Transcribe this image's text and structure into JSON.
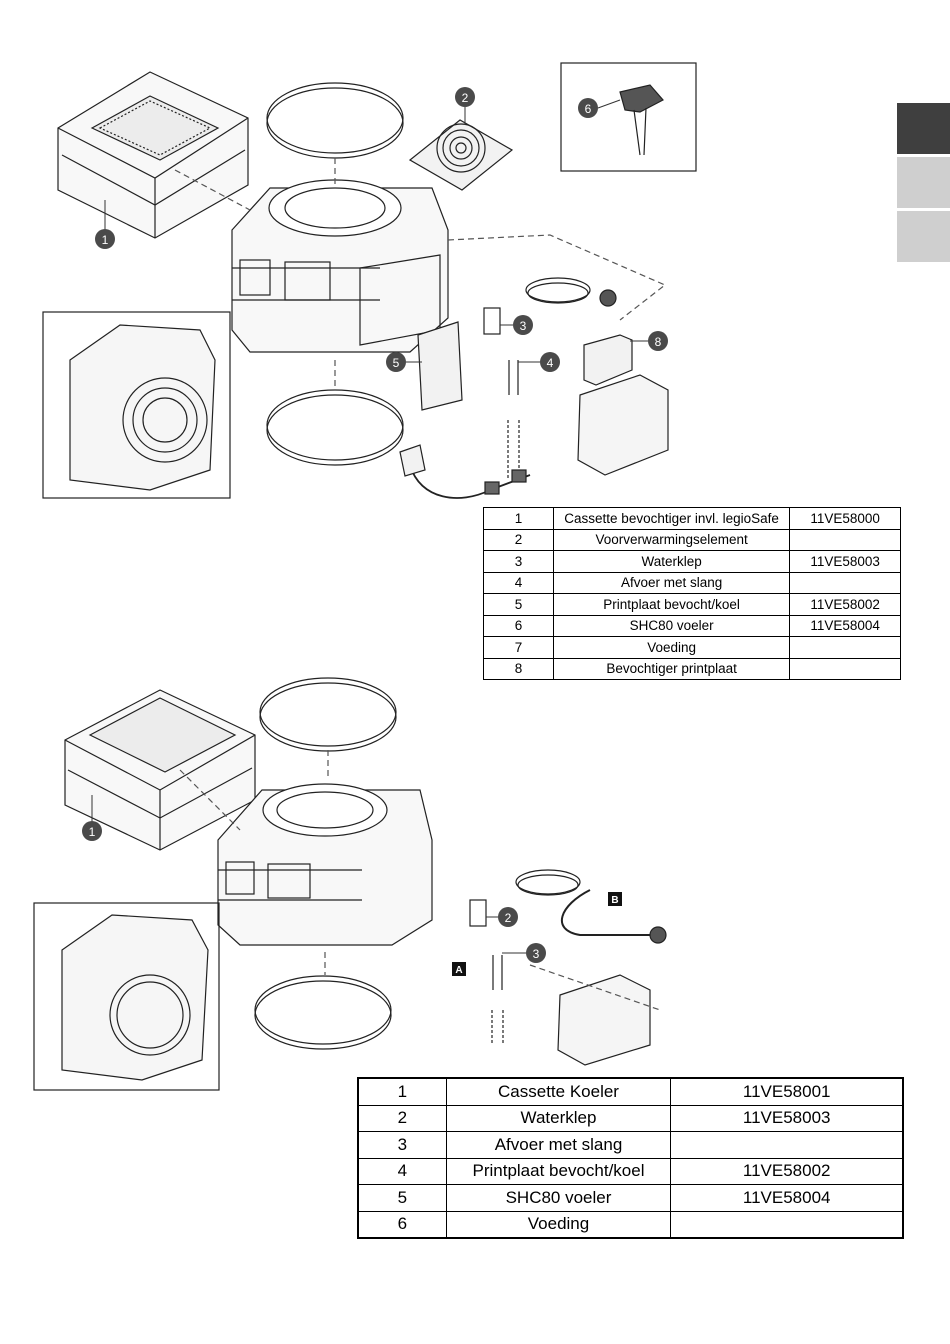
{
  "figure1": {
    "callouts": [
      "1",
      "2",
      "3",
      "4",
      "5",
      "6",
      "8"
    ]
  },
  "figure2": {
    "callouts": [
      "1",
      "2",
      "3"
    ],
    "connector_tags": [
      "A",
      "B"
    ]
  },
  "table1": {
    "rows": [
      {
        "no": "1",
        "name": "Cassette bevochtiger invl. legioSafe",
        "code": "11VE58000"
      },
      {
        "no": "2",
        "name": "Voorverwarmingselement",
        "code": ""
      },
      {
        "no": "3",
        "name": "Waterklep",
        "code": "11VE58003"
      },
      {
        "no": "4",
        "name": "Afvoer met slang",
        "code": ""
      },
      {
        "no": "5",
        "name": "Printplaat bevocht/koel",
        "code": "11VE58002"
      },
      {
        "no": "6",
        "name": "SHC80 voeler",
        "code": "11VE58004"
      },
      {
        "no": "7",
        "name": "Voeding",
        "code": ""
      },
      {
        "no": "8",
        "name": "Bevochtiger printplaat",
        "code": ""
      }
    ]
  },
  "table2": {
    "rows": [
      {
        "no": "1",
        "name": "Cassette Koeler",
        "code": "11VE58001"
      },
      {
        "no": "2",
        "name": "Waterklep",
        "code": "11VE58003"
      },
      {
        "no": "3",
        "name": "Afvoer met slang",
        "code": ""
      },
      {
        "no": "4",
        "name": "Printplaat bevocht/koel",
        "code": "11VE58002"
      },
      {
        "no": "5",
        "name": "SHC80 voeler",
        "code": "11VE58004"
      },
      {
        "no": "6",
        "name": "Voeding",
        "code": ""
      }
    ]
  },
  "colors": {
    "callout_fill": "#4a4a4a",
    "tab_active": "#3f3f3f",
    "tab_inactive": "#cfcfcf"
  }
}
